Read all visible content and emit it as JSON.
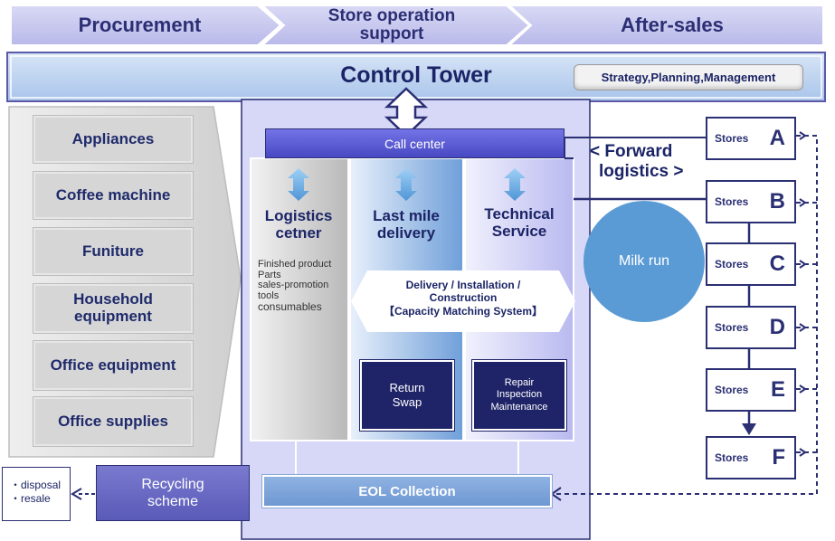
{
  "phases": [
    "Procurement",
    "Store operation support",
    "After-sales"
  ],
  "control_tower": {
    "title": "Control Tower",
    "tag": "Strategy,Planning,Management"
  },
  "categories": [
    "Appliances",
    "Coffee machine",
    "Funiture",
    "Household equipment",
    "Office equipment",
    "Office supplies"
  ],
  "call_center": "Call center",
  "columns": {
    "logistics": {
      "title": "Logistics cetner",
      "items": [
        "Finished product",
        "Parts",
        "sales-promotion tools",
        "consumables"
      ]
    },
    "last_mile": {
      "title": "Last mile delivery"
    },
    "technical": {
      "title": "Technical Service"
    }
  },
  "delivery_box": {
    "line1": "Delivery / Installation /",
    "line2": "Construction",
    "line3": "【Capacity Matching System】"
  },
  "return_box": {
    "line1": "Return",
    "line2": "Swap"
  },
  "repair_box": {
    "line1": "Repair",
    "line2": "Inspection",
    "line3": "Maintenance"
  },
  "forward_logistics": {
    "line1": "< Forward",
    "line2": "logistics >"
  },
  "milk_run": "Milk run",
  "stores": [
    {
      "label": "Stores",
      "letter": "A"
    },
    {
      "label": "Stores",
      "letter": "B"
    },
    {
      "label": "Stores",
      "letter": "C"
    },
    {
      "label": "Stores",
      "letter": "D"
    },
    {
      "label": "Stores",
      "letter": "E"
    },
    {
      "label": "Stores",
      "letter": "F"
    }
  ],
  "eol_collection": "EOL Collection",
  "recycling": "Recycling scheme",
  "disposal": [
    "・disposal",
    "・resale"
  ],
  "colors": {
    "navy": "#1f2468",
    "lavender": "#c9c9f0",
    "panel": "#d5d5f5",
    "milk_run": "#5b9bd5"
  }
}
